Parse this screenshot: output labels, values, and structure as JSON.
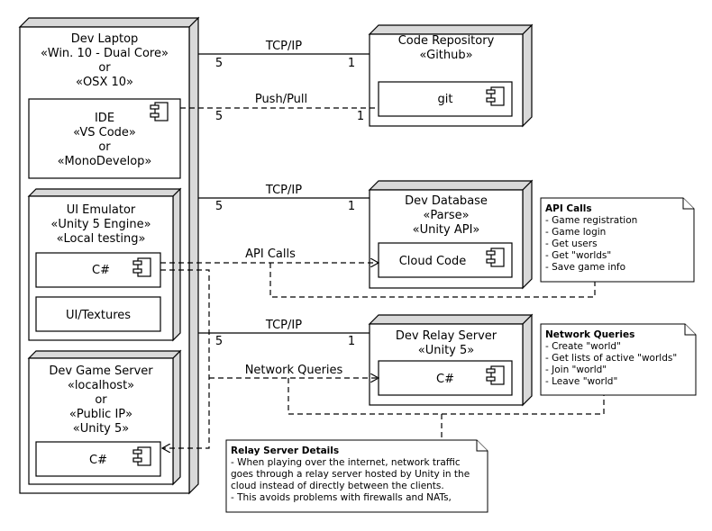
{
  "nodes": {
    "dev_laptop": {
      "lines": [
        "Dev Laptop",
        "«Win. 10 - Dual Core»",
        "or",
        "«OSX 10»"
      ]
    },
    "code_repo": {
      "lines": [
        "Code Repository",
        "«Github»"
      ]
    },
    "dev_database": {
      "lines": [
        "Dev Database",
        "«Parse»",
        "«Unity API»"
      ]
    },
    "dev_relay": {
      "lines": [
        "Dev Relay Server",
        "«Unity 5»"
      ]
    },
    "ide": {
      "lines": [
        "IDE",
        "«VS Code»",
        "or",
        "«MonoDevelop»"
      ]
    },
    "ui_emulator": {
      "lines": [
        "UI Emulator",
        "«Unity 5 Engine»",
        "«Local testing»"
      ]
    },
    "dev_game_server": {
      "lines": [
        "Dev Game Server",
        "«localhost»",
        "or",
        "«Public IP»",
        "«Unity 5»"
      ]
    }
  },
  "components": {
    "git": "git",
    "cloud_code": "Cloud Code",
    "emulator_csharp": "C#",
    "ui_textures": "UI/Textures",
    "relay_csharp": "C#",
    "game_server_csharp": "C#"
  },
  "links": {
    "repo_tcp": {
      "label": "TCP/IP",
      "from_mult": "5",
      "to_mult": "1"
    },
    "push_pull": {
      "label": "Push/Pull",
      "from_mult": "5",
      "to_mult": "1"
    },
    "db_tcp": {
      "label": "TCP/IP",
      "from_mult": "5",
      "to_mult": "1"
    },
    "api_calls": {
      "label": "API Calls"
    },
    "relay_tcp": {
      "label": "TCP/IP",
      "from_mult": "5",
      "to_mult": "1"
    },
    "network_queries": {
      "label": "Network Queries"
    }
  },
  "notes": {
    "api_calls": {
      "title": "API Calls",
      "lines": [
        "- Game registration",
        "- Game login",
        "- Get users",
        "- Get \"worlds\"",
        "- Save game info"
      ]
    },
    "network_queries": {
      "title": "Network Queries",
      "lines": [
        "- Create \"world\"",
        "- Get lists of active \"worlds\"",
        "- Join \"world\"",
        "- Leave \"world\""
      ]
    },
    "relay_details": {
      "title": "Relay Server Details",
      "lines": [
        "- When playing over the internet, network traffic",
        "goes through a relay server hosted by Unity in the",
        "cloud instead of directly between the clients.",
        "- This avoids problems with firewalls and NATs,"
      ]
    }
  }
}
